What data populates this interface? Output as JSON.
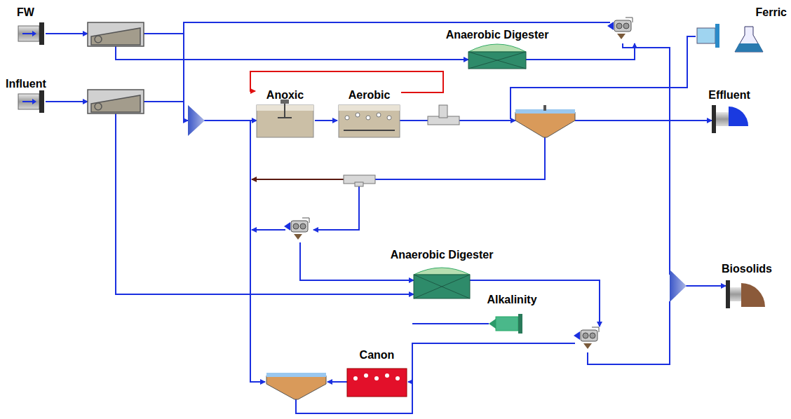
{
  "diagram": {
    "nodes": [
      {
        "text": [
          "FW"
        ]
      },
      {
        "text": [
          "Ferric"
        ]
      },
      {
        "text": [
          "Anaerobic Digester"
        ]
      },
      {
        "text": [
          "Influent"
        ]
      },
      {
        "text": [
          "Anoxic"
        ]
      },
      {
        "text": [
          "Aerobic"
        ]
      },
      {
        "text": [
          "Effluent"
        ]
      },
      {
        "text": [
          "Anaerobic Digester"
        ]
      },
      {
        "text": [
          "Alkalinity"
        ]
      },
      {
        "text": [
          "Biosolids"
        ]
      },
      {
        "text": [
          "Canon"
        ]
      }
    ],
    "edges": [
      {
        "from": 4,
        "to": 5,
        "arrow": "to"
      },
      {
        "from": 5,
        "to": 4,
        "arrow": "to"
      }
    ]
  }
}
